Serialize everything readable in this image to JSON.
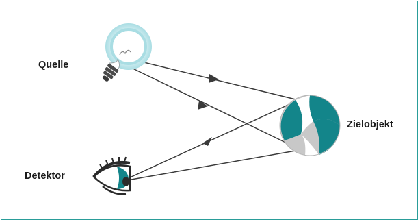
{
  "labels": {
    "source": "Quelle",
    "detector": "Detektor",
    "target": "Zielobjekt"
  },
  "icons": {
    "source": "light-bulb-icon",
    "detector": "eye-icon",
    "target": "beach-ball-icon"
  },
  "colors": {
    "frame": "#2a9d99",
    "accent": "#13858a",
    "ray": "#3a3a3a",
    "ball_gray": "#c8c8c8",
    "bulb_glow": "#a9dde3"
  }
}
